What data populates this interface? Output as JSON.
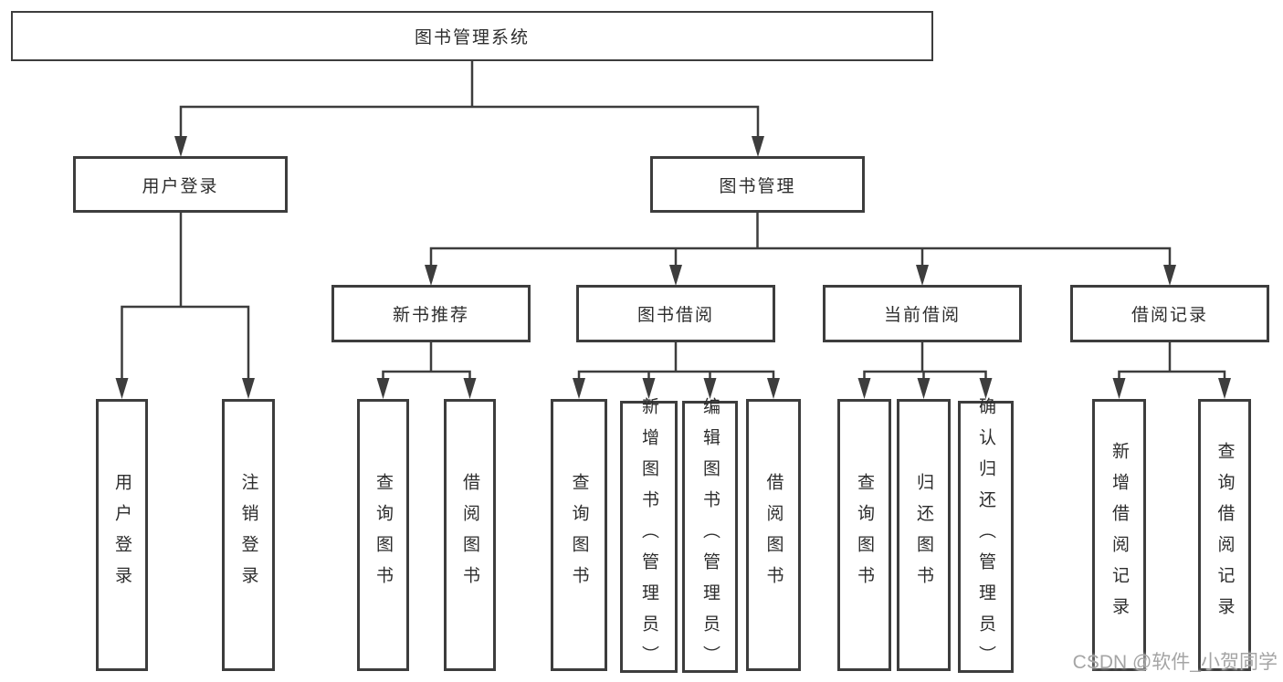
{
  "tree": {
    "label": "图书管理系统",
    "children": [
      {
        "label": "用户登录",
        "children": [
          {
            "label": "用户登录"
          },
          {
            "label": "注销登录"
          }
        ]
      },
      {
        "label": "图书管理",
        "children": [
          {
            "label": "新书推荐",
            "children": [
              {
                "label": "查询图书"
              },
              {
                "label": "借阅图书"
              }
            ]
          },
          {
            "label": "图书借阅",
            "children": [
              {
                "label": "查询图书"
              },
              {
                "label": "新增图书（管理员）"
              },
              {
                "label": "编辑图书（管理员）"
              },
              {
                "label": "借阅图书"
              }
            ]
          },
          {
            "label": "当前借阅",
            "children": [
              {
                "label": "查询图书"
              },
              {
                "label": "归还图书"
              },
              {
                "label": "确认归还（管理员）"
              }
            ]
          },
          {
            "label": "借阅记录",
            "children": [
              {
                "label": "新增借阅记录"
              },
              {
                "label": "查询借阅记录"
              }
            ]
          }
        ]
      }
    ]
  },
  "watermark": {
    "text": "CSDN @软件_小贺同学"
  },
  "colors": {
    "line": "#3d3d3d",
    "box_border": "#3d3d3d",
    "text": "#2d2d2d",
    "watermark": "#a5a5a5",
    "background": "#ffffff"
  }
}
